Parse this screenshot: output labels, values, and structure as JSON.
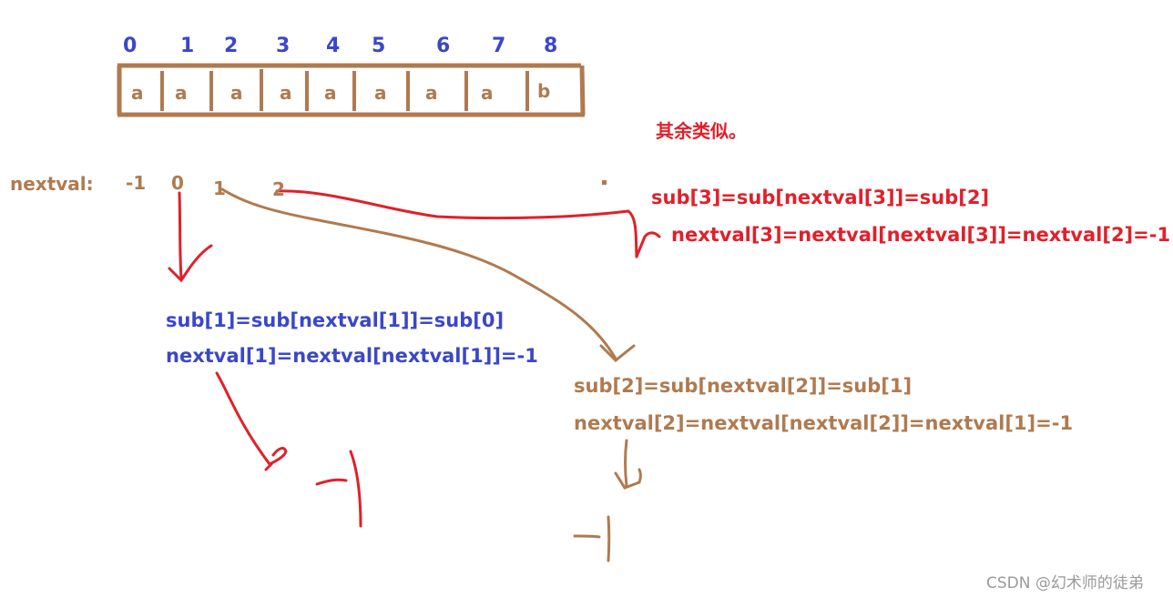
{
  "indices": [
    "0",
    "1",
    "2",
    "3",
    "4",
    "5",
    "6",
    "7",
    "8"
  ],
  "cells": [
    "a",
    "a",
    "a",
    "a",
    "a",
    "a",
    "a",
    "a",
    "b"
  ],
  "nextval_label": "nextval:",
  "nextval_values": [
    "-1",
    "0",
    "1",
    "2"
  ],
  "note": "其余类似。",
  "red_eq1": "sub[3]=sub[nextval[3]]=sub[2]",
  "red_eq2": "nextval[3]=nextval[nextval[3]]=nextval[2]=-1",
  "blue_eq1": "sub[1]=sub[nextval[1]]=sub[0]",
  "blue_eq2": "nextval[1]=nextval[nextval[1]]=-1",
  "brown_eq1": "sub[2]=sub[nextval[2]]=sub[1]",
  "brown_eq2": "nextval[2]=nextval[nextval[2]]=nextval[1]=-1",
  "watermark": "CSDN @幻术师的徒弟",
  "colors": {
    "brown": "#b07a4f",
    "blue": "#3a47c8",
    "red": "#e0202a"
  }
}
